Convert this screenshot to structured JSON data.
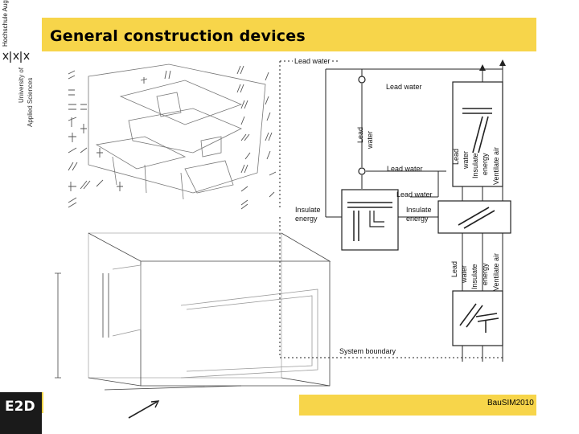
{
  "header": {
    "title": "General construction devices",
    "university_name": "Hochschule Augsburg",
    "university_sub_1": "University of",
    "university_sub_2": "Applied Sciences"
  },
  "diagram": {
    "lead_water_top": "Lead  water",
    "lead_water_top_inner": "Lead water",
    "lead_water_vertical_1": "Lead",
    "lead_water_vertical_2": "water",
    "lead_water_mid": "Lead water",
    "lead_water_center": "Lead water",
    "insulate_left_1": "Insulate",
    "insulate_left_2": "energy",
    "insulate_right_1": "Insulate",
    "insulate_right_2": "energy",
    "right_upper_lead": "Lead",
    "right_upper_water": "water",
    "right_upper_insulate": "Insulate",
    "right_upper_energy": "energy",
    "right_upper_ventilate": "Ventilate  air",
    "right_lower_lead": "Lead",
    "right_lower_water": "water",
    "right_lower_insulate": "Insulate",
    "right_lower_energy": "energy",
    "right_lower_ventilate": "Ventilate  air",
    "system_boundary": "System boundary"
  },
  "footer": {
    "logo": "E2D",
    "event": "BauSIM2010"
  },
  "colors": {
    "accent_yellow": "#f7d54a",
    "dark": "#1a1a1a"
  }
}
